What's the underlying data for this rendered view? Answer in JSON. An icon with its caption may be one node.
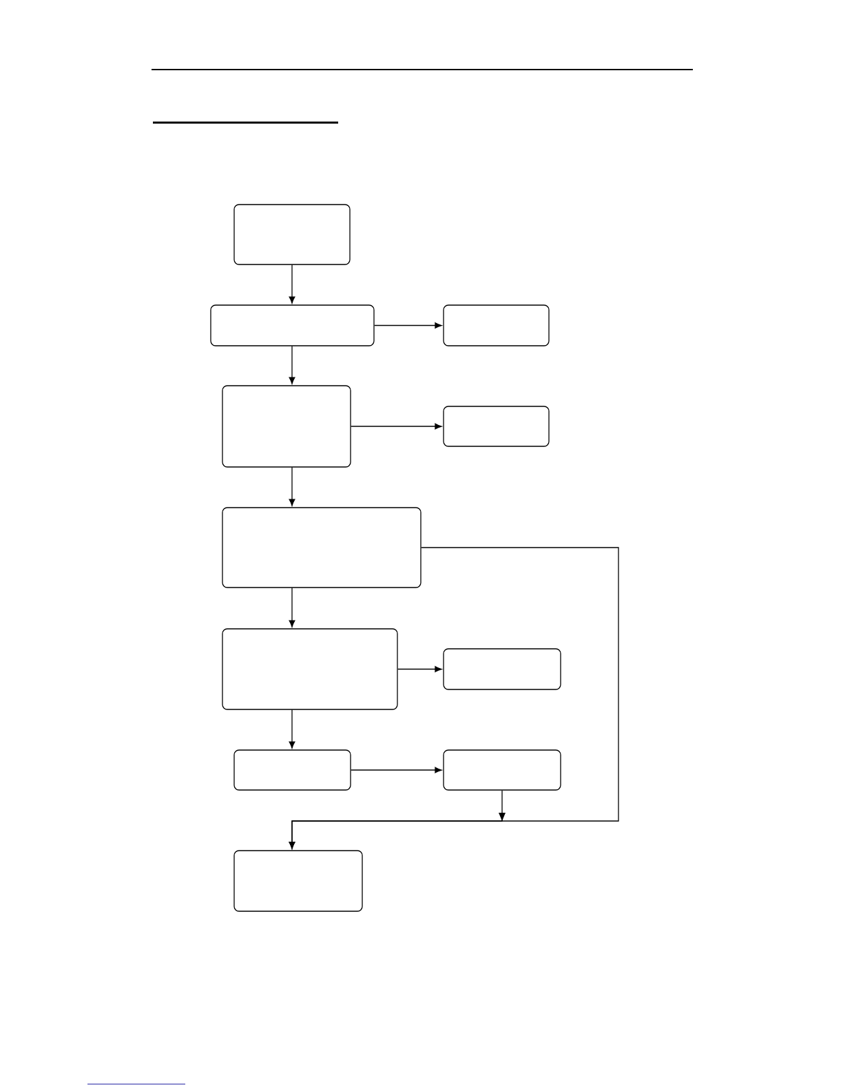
{
  "diagram": {
    "nodes": [
      {
        "text": [],
        "shape": "box"
      },
      {
        "text": [],
        "shape": "box"
      },
      {
        "text": [],
        "shape": "box"
      },
      {
        "text": [],
        "shape": "box"
      },
      {
        "text": [],
        "shape": "box"
      },
      {
        "text": [],
        "shape": "box"
      },
      {
        "text": [],
        "shape": "box"
      },
      {
        "text": [],
        "shape": "box"
      },
      {
        "text": [],
        "shape": "box"
      },
      {
        "text": [],
        "shape": "box"
      },
      {
        "text": [],
        "shape": "box"
      }
    ],
    "edges": [
      {
        "from": 0,
        "to": 1,
        "arrow": "to"
      },
      {
        "from": 1,
        "to": 2,
        "arrow": "to"
      },
      {
        "from": 1,
        "to": 3,
        "arrow": "to"
      },
      {
        "from": 3,
        "to": 4,
        "arrow": "to"
      },
      {
        "from": 3,
        "to": 5,
        "arrow": "to"
      },
      {
        "from": 5,
        "to": 6,
        "arrow": "to"
      },
      {
        "from": 6,
        "to": 7,
        "arrow": "to"
      },
      {
        "from": 6,
        "to": 8,
        "arrow": "to"
      },
      {
        "from": 8,
        "to": 9,
        "arrow": "to"
      },
      {
        "from": 9,
        "to": 10,
        "arrow": "to"
      },
      {
        "from": 5,
        "to": 10,
        "arrow": "to"
      }
    ]
  }
}
